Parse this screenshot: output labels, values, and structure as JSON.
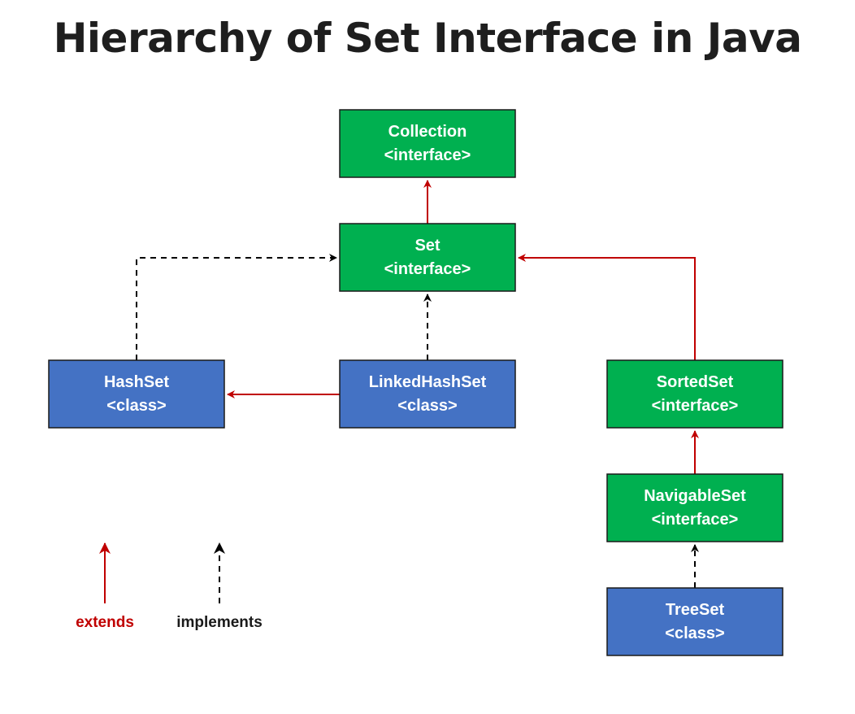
{
  "title": "Hierarchy of Set Interface in Java",
  "colors": {
    "interface_fill": "#00b050",
    "class_fill": "#4472c4",
    "extends_arrow": "#c00000",
    "implements_arrow": "#000000",
    "node_border": "#1a1a1a"
  },
  "nodes": {
    "collection": {
      "name": "Collection",
      "kind": "<interface>",
      "type": "interface"
    },
    "set": {
      "name": "Set",
      "kind": "<interface>",
      "type": "interface"
    },
    "hashset": {
      "name": "HashSet",
      "kind": "<class>",
      "type": "class"
    },
    "linkedhashset": {
      "name": "LinkedHashSet",
      "kind": "<class>",
      "type": "class"
    },
    "sortedset": {
      "name": "SortedSet",
      "kind": "<interface>",
      "type": "interface"
    },
    "navigableset": {
      "name": "NavigableSet",
      "kind": "<interface>",
      "type": "interface"
    },
    "treeset": {
      "name": "TreeSet",
      "kind": "<class>",
      "type": "class"
    }
  },
  "edges": [
    {
      "from": "set",
      "to": "collection",
      "relation": "extends"
    },
    {
      "from": "hashset",
      "to": "set",
      "relation": "implements"
    },
    {
      "from": "linkedhashset",
      "to": "set",
      "relation": "implements"
    },
    {
      "from": "linkedhashset",
      "to": "hashset",
      "relation": "extends"
    },
    {
      "from": "sortedset",
      "to": "set",
      "relation": "extends"
    },
    {
      "from": "navigableset",
      "to": "sortedset",
      "relation": "extends"
    },
    {
      "from": "treeset",
      "to": "navigableset",
      "relation": "implements"
    }
  ],
  "legend": {
    "extends_label": "extends",
    "implements_label": "implements"
  }
}
